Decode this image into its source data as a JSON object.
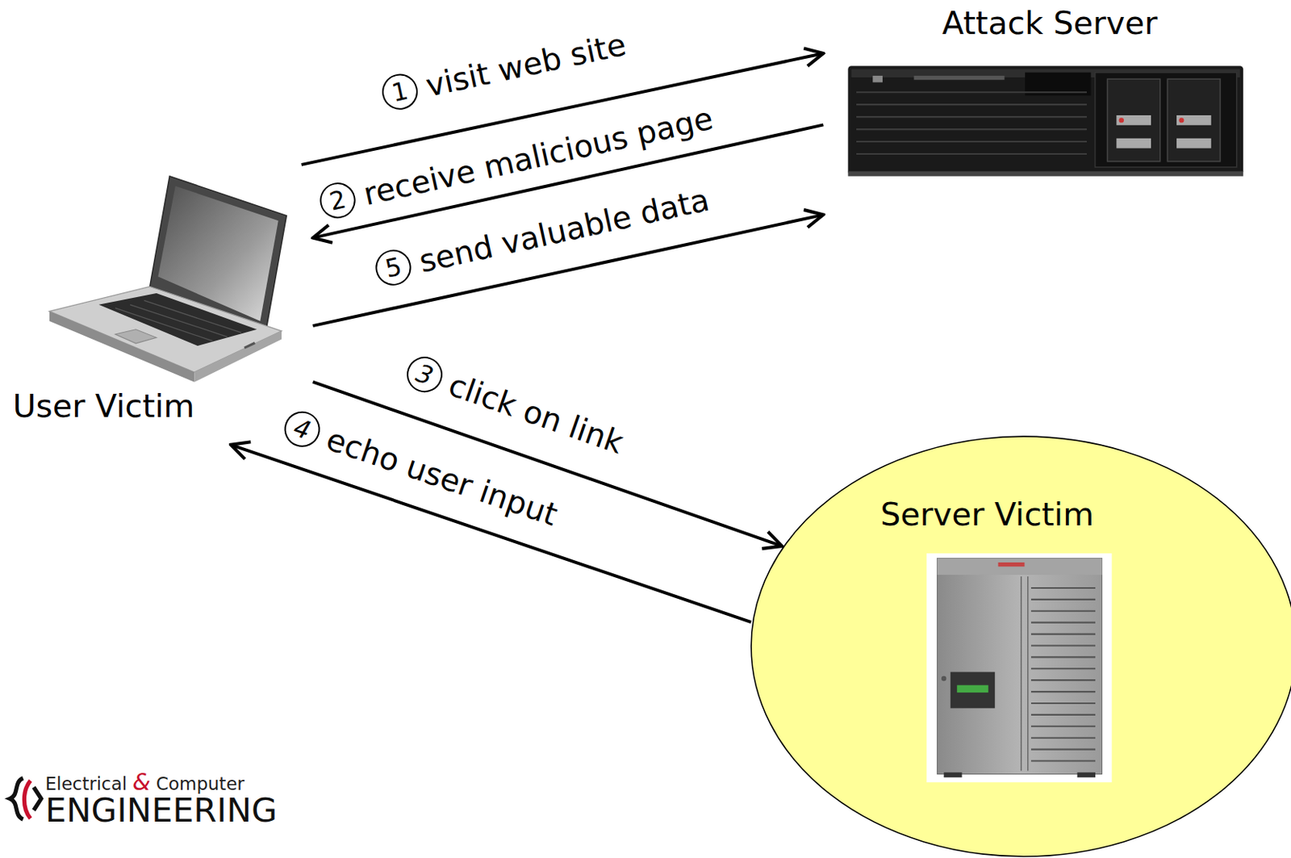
{
  "diagram": {
    "nodes": [
      {
        "text": [
          "Attack Server"
        ]
      },
      {
        "text": [
          "User Victim"
        ]
      },
      {
        "text": [
          "Server Victim"
        ]
      }
    ],
    "edges": [
      {
        "from": 1,
        "to": 0,
        "label": "visit web site",
        "arrow": "to"
      },
      {
        "from": 0,
        "to": 1,
        "label": "receive malicious page",
        "arrow": "to"
      },
      {
        "from": 1,
        "to": 0,
        "label": "send valuable data",
        "arrow": "to"
      },
      {
        "from": 1,
        "to": 2,
        "label": "click on link",
        "arrow": "to"
      },
      {
        "from": 2,
        "to": 1,
        "label": "echo user input",
        "arrow": "to"
      }
    ],
    "labels": [
      "1",
      "2",
      "5",
      "3",
      "4",
      "Electrical",
      "&",
      "Computer",
      "ENGINEERING"
    ]
  }
}
